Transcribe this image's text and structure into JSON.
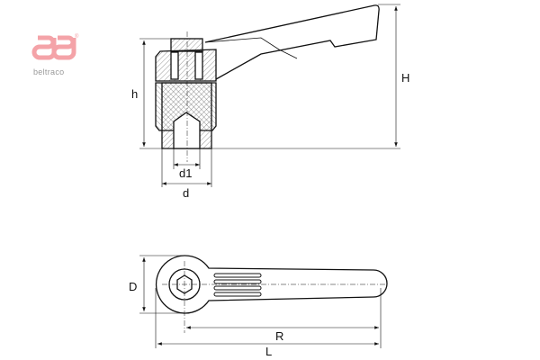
{
  "logo": {
    "text": "beltraco",
    "mark": "®",
    "color": "#f4a3a8"
  },
  "dimensions": {
    "side_view": {
      "h": "h",
      "H": "H",
      "d1": "d1",
      "d": "d"
    },
    "top_view": {
      "D": "D",
      "R": "R",
      "L": "L"
    }
  }
}
